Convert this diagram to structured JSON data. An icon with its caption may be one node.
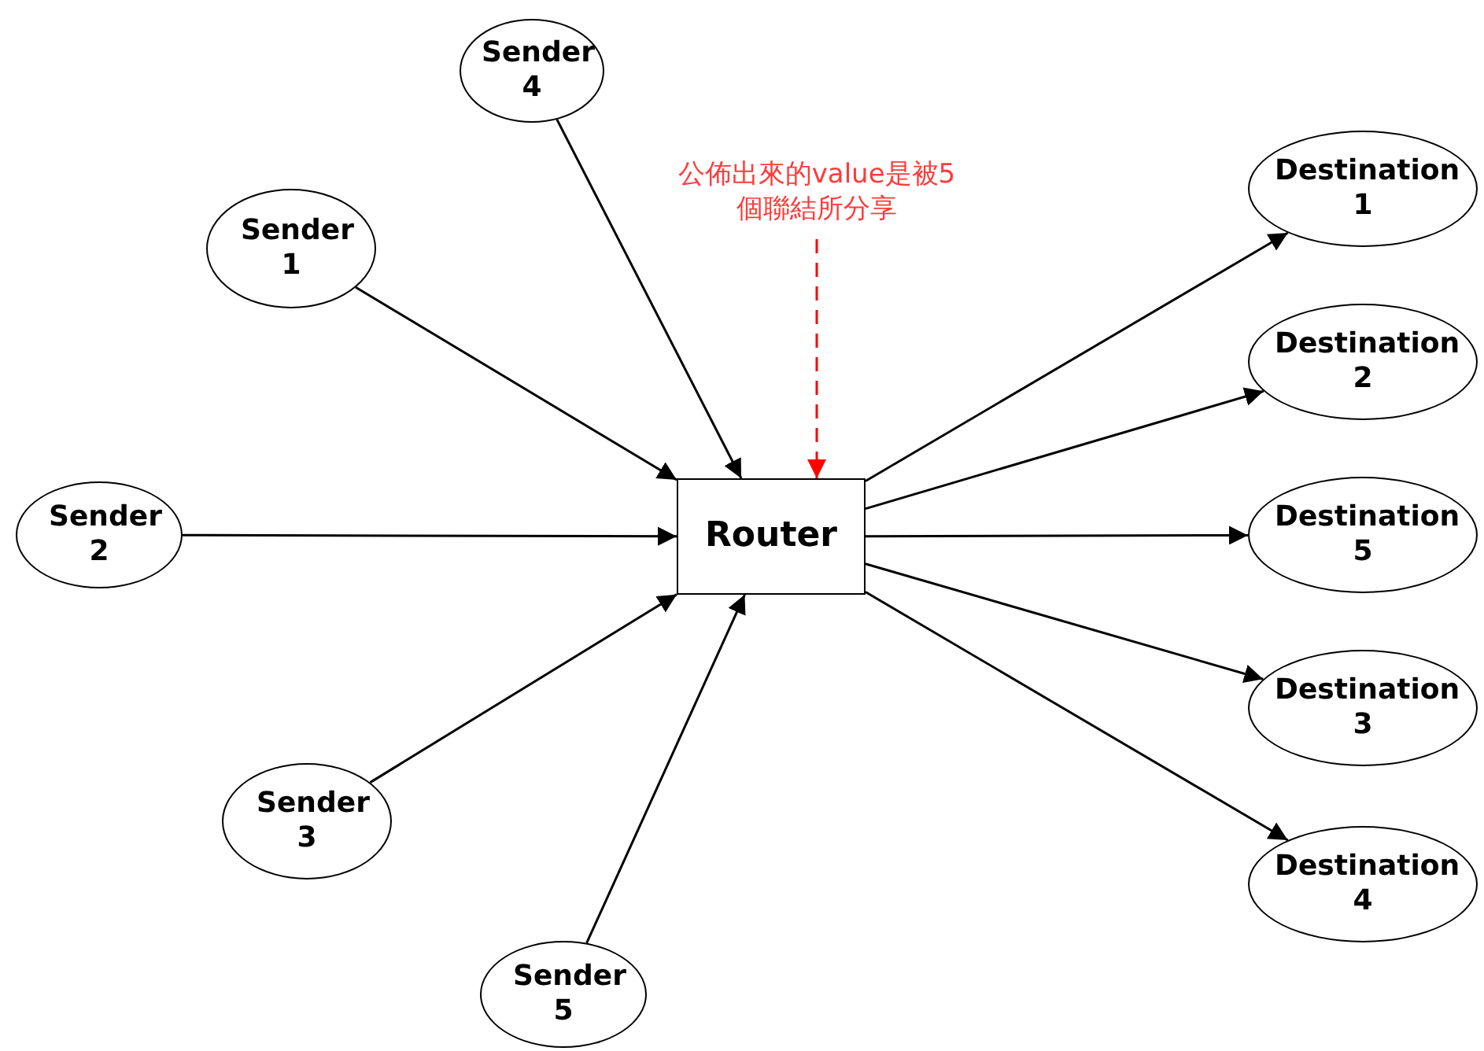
{
  "diagram": {
    "nodes": [
      {
        "text": [
          "Sender 4"
        ]
      },
      {
        "text": [
          "Sender 1"
        ]
      },
      {
        "text": [
          "Sender 2"
        ]
      },
      {
        "text": [
          "Sender 3"
        ]
      },
      {
        "text": [
          "Sender 5"
        ]
      },
      {
        "text": [
          "Router"
        ]
      },
      {
        "text": [
          "公佈出來的value是被5個聯結所分享"
        ]
      },
      {
        "text": [
          "Destination 1"
        ]
      },
      {
        "text": [
          "Destination 2"
        ]
      },
      {
        "text": [
          "Destination 5"
        ]
      },
      {
        "text": [
          "Destination 3"
        ]
      },
      {
        "text": [
          "Destination 4"
        ]
      }
    ],
    "edges": [
      {
        "from": 0,
        "to": 5,
        "arrow": "to"
      },
      {
        "from": 1,
        "to": 5,
        "arrow": "to"
      },
      {
        "from": 2,
        "to": 5,
        "arrow": "to"
      },
      {
        "from": 3,
        "to": 5,
        "arrow": "to"
      },
      {
        "from": 4,
        "to": 5,
        "arrow": "to"
      },
      {
        "from": 6,
        "to": 5,
        "arrow": "to",
        "style": "dashed",
        "color": "#ff0000"
      },
      {
        "from": 5,
        "to": 7,
        "arrow": "to"
      },
      {
        "from": 5,
        "to": 8,
        "arrow": "to"
      },
      {
        "from": 5,
        "to": 9,
        "arrow": "to"
      },
      {
        "from": 5,
        "to": 10,
        "arrow": "to"
      },
      {
        "from": 5,
        "to": 11,
        "arrow": "to"
      }
    ]
  }
}
